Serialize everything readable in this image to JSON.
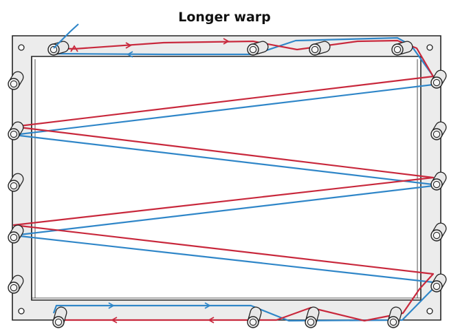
{
  "title": "Longer warp",
  "colors": {
    "frame_fill": "#ececec",
    "frame_stroke": "#222222",
    "warp_red": "#c8283c",
    "warp_blue": "#2f86c8"
  },
  "elements": {
    "frame": "frame",
    "pegs": "peg",
    "bolts": "bolt-hole",
    "warp_red": "warp-thread-red",
    "warp_blue": "warp-thread-blue",
    "arrows": "direction-arrow-icon"
  }
}
